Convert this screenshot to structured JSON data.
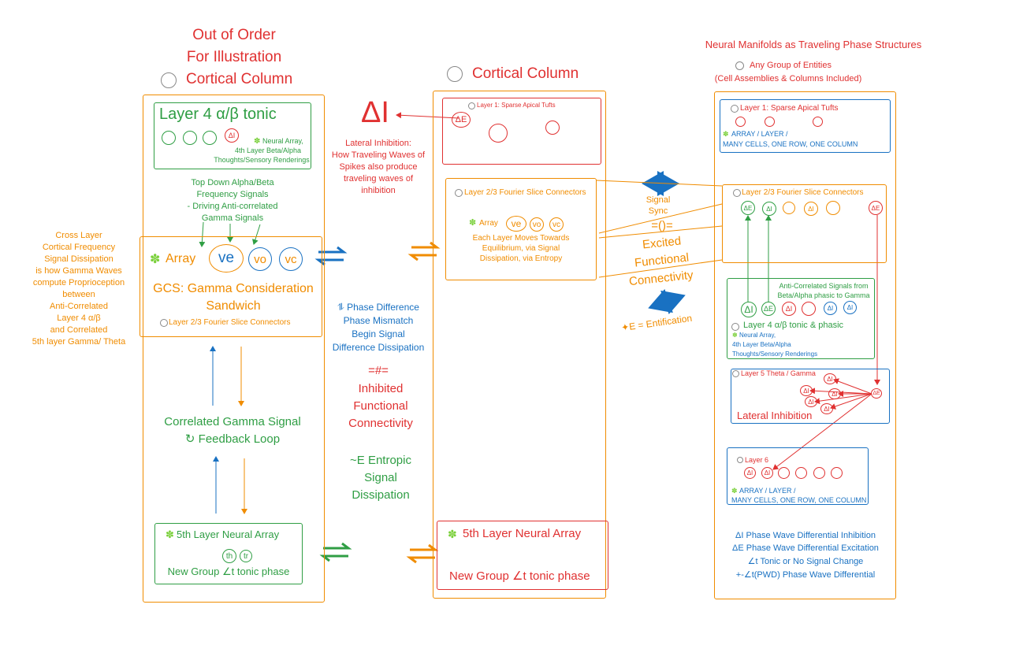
{
  "left_column": {
    "heading_line1": "Out of Order",
    "heading_line2": "For Illustration",
    "heading_line3": "Cortical Column",
    "layer4_title": "Layer 4  α/β tonic",
    "layer4_delta": "ΔI",
    "layer4_note_l1": "Neural Array,",
    "layer4_note_l2": "4th Layer Beta/Alpha",
    "layer4_note_l3": "Thoughts/Sensory Renderings",
    "topdown_l1": "Top Down Alpha/Beta",
    "topdown_l2": "Frequency Signals",
    "topdown_l3": "- Driving Anti-correlated",
    "topdown_l4": "Gamma Signals",
    "array_label": "Array",
    "ve": "ve",
    "vo": "vo",
    "vc": "vc",
    "gcs_l1": "GCS: Gamma Consideration",
    "gcs_l2": "Sandwich",
    "gcs_sub": "Layer 2/3 Fourier Slice Connectors",
    "feedback_l1": "Correlated Gamma Signal",
    "feedback_l2": "↻  Feedback Loop",
    "l5_title": "5th Layer Neural Array",
    "th": "th",
    "tr": "tr",
    "l5_sub": "New Group ∠t tonic phase"
  },
  "cross_layer_note": [
    "Cross Layer",
    "Cortical Frequency",
    "Signal Dissipation",
    "is how Gamma Waves",
    "compute Proprioception",
    "between",
    "Anti-Correlated",
    "Layer 4  α/β",
    "and Correlated",
    "5th layer Gamma/ Theta"
  ],
  "center": {
    "big_delta": "ΔI",
    "lateral_note": [
      "Lateral Inhibition:",
      "How Traveling Waves of",
      "Spikes also produce",
      "traveling waves of",
      "inhibition"
    ],
    "phase_note": [
      "⥮ Phase Difference",
      "Phase Mismatch",
      "Begin Signal",
      "Difference Dissipation"
    ],
    "hash_sym": "=#=",
    "inhibited": [
      "Inhibited",
      "Functional",
      "Connectivity"
    ],
    "entropic": [
      "~E Entropic",
      "Signal",
      "Dissipation"
    ]
  },
  "middle_column": {
    "heading": "Cortical Column",
    "l1_title": "Layer 1: Sparse Apical Tufts",
    "l1_delta": "ΔE",
    "l23_title": "Layer 2/3 Fourier Slice Connectors",
    "array_label": "Array",
    "ve": "ve",
    "vo": "vo",
    "vc": "vc",
    "l23_note": [
      "Each Layer Moves Towards",
      "Equilibrium, via Signal",
      "Dissipation, via Entropy"
    ],
    "l5_title": "5th Layer Neural Array",
    "l5_sub": "New Group ∠t tonic phase"
  },
  "sync": {
    "signal_sync_l1": "Signal",
    "signal_sync_l2": "Sync",
    "eq_sym": "=()=",
    "excited": [
      "Excited",
      "Functional",
      "Connectivity"
    ],
    "entification": "✦E = Entification"
  },
  "right_column": {
    "title": "Neural Manifolds as Traveling Phase Structures",
    "sub1": "Any Group of Entities",
    "sub2": "(Cell Assemblies & Columns Included)",
    "l1_title": "Layer 1: Sparse Apical Tufts",
    "l1_note": [
      "ARRAY / LAYER /",
      "MANY CELLS, ONE ROW, ONE COLUMN"
    ],
    "l23_title": "Layer 2/3 Fourier Slice Connectors",
    "l23_circles": [
      "ΔE",
      "ΔI",
      "",
      "ΔI",
      "",
      "ΔE"
    ],
    "l4_note": [
      "Anti-Correlated Signals from",
      "Beta/Alpha phasic to Gamma"
    ],
    "l4_circles": [
      "ΔI",
      "ΔE",
      "ΔI",
      "",
      "ΔI",
      "ΔI"
    ],
    "l4_title": "Layer 4  α/β tonic & phasic",
    "l4_sub": [
      "Neural Array,",
      "4th Layer Beta/Alpha",
      "Thoughts/Sensory Renderings"
    ],
    "l5_title": "Layer 5 Theta / Gamma",
    "l5_circles": [
      "ΔI",
      "ΔI",
      "ΔI",
      "ΔI",
      "ΔI",
      "ΔE"
    ],
    "l5_lateral": "Lateral Inhibition",
    "l6_title": "Layer 6",
    "l6_circles": [
      "ΔI",
      "ΔI",
      "",
      "",
      "",
      ""
    ],
    "l6_note": [
      "ARRAY / LAYER /",
      "MANY CELLS, ONE ROW, ONE COLUMN"
    ],
    "legend": [
      "ΔI Phase Wave Differential Inhibition",
      "ΔE Phase Wave Differential Excitation",
      "∠t  Tonic or No Signal Change",
      "+-∠t(PWD) Phase Wave Differential"
    ]
  },
  "colors": {
    "red": "#e03131",
    "orange": "#f08c00",
    "green": "#2f9e44",
    "blue": "#1971c2"
  }
}
